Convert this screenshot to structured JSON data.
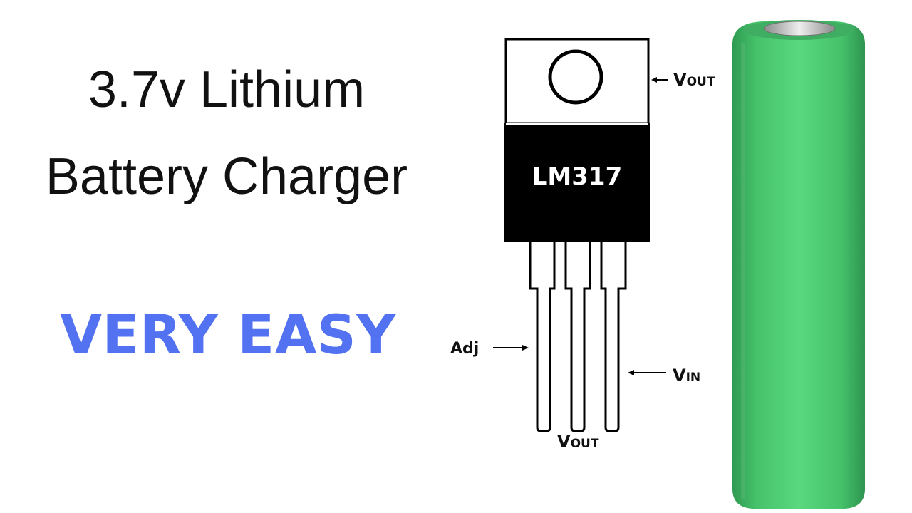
{
  "title": {
    "line1": "3.7v Lithium",
    "line2": "Battery Charger"
  },
  "tagline": "VERY EASY",
  "tagline_color": "#5272f2",
  "regulator": {
    "part_label": "LM317",
    "pins": {
      "tab_prefix": "V",
      "tab_sub": "OUT",
      "adj": "Adj",
      "vin_prefix": "V",
      "vin_sub": "IN",
      "vout_prefix": "V",
      "vout_sub": "OUT"
    }
  },
  "battery": {
    "body_color": "#4dcc72",
    "cap_color": "#d8d8d8"
  }
}
